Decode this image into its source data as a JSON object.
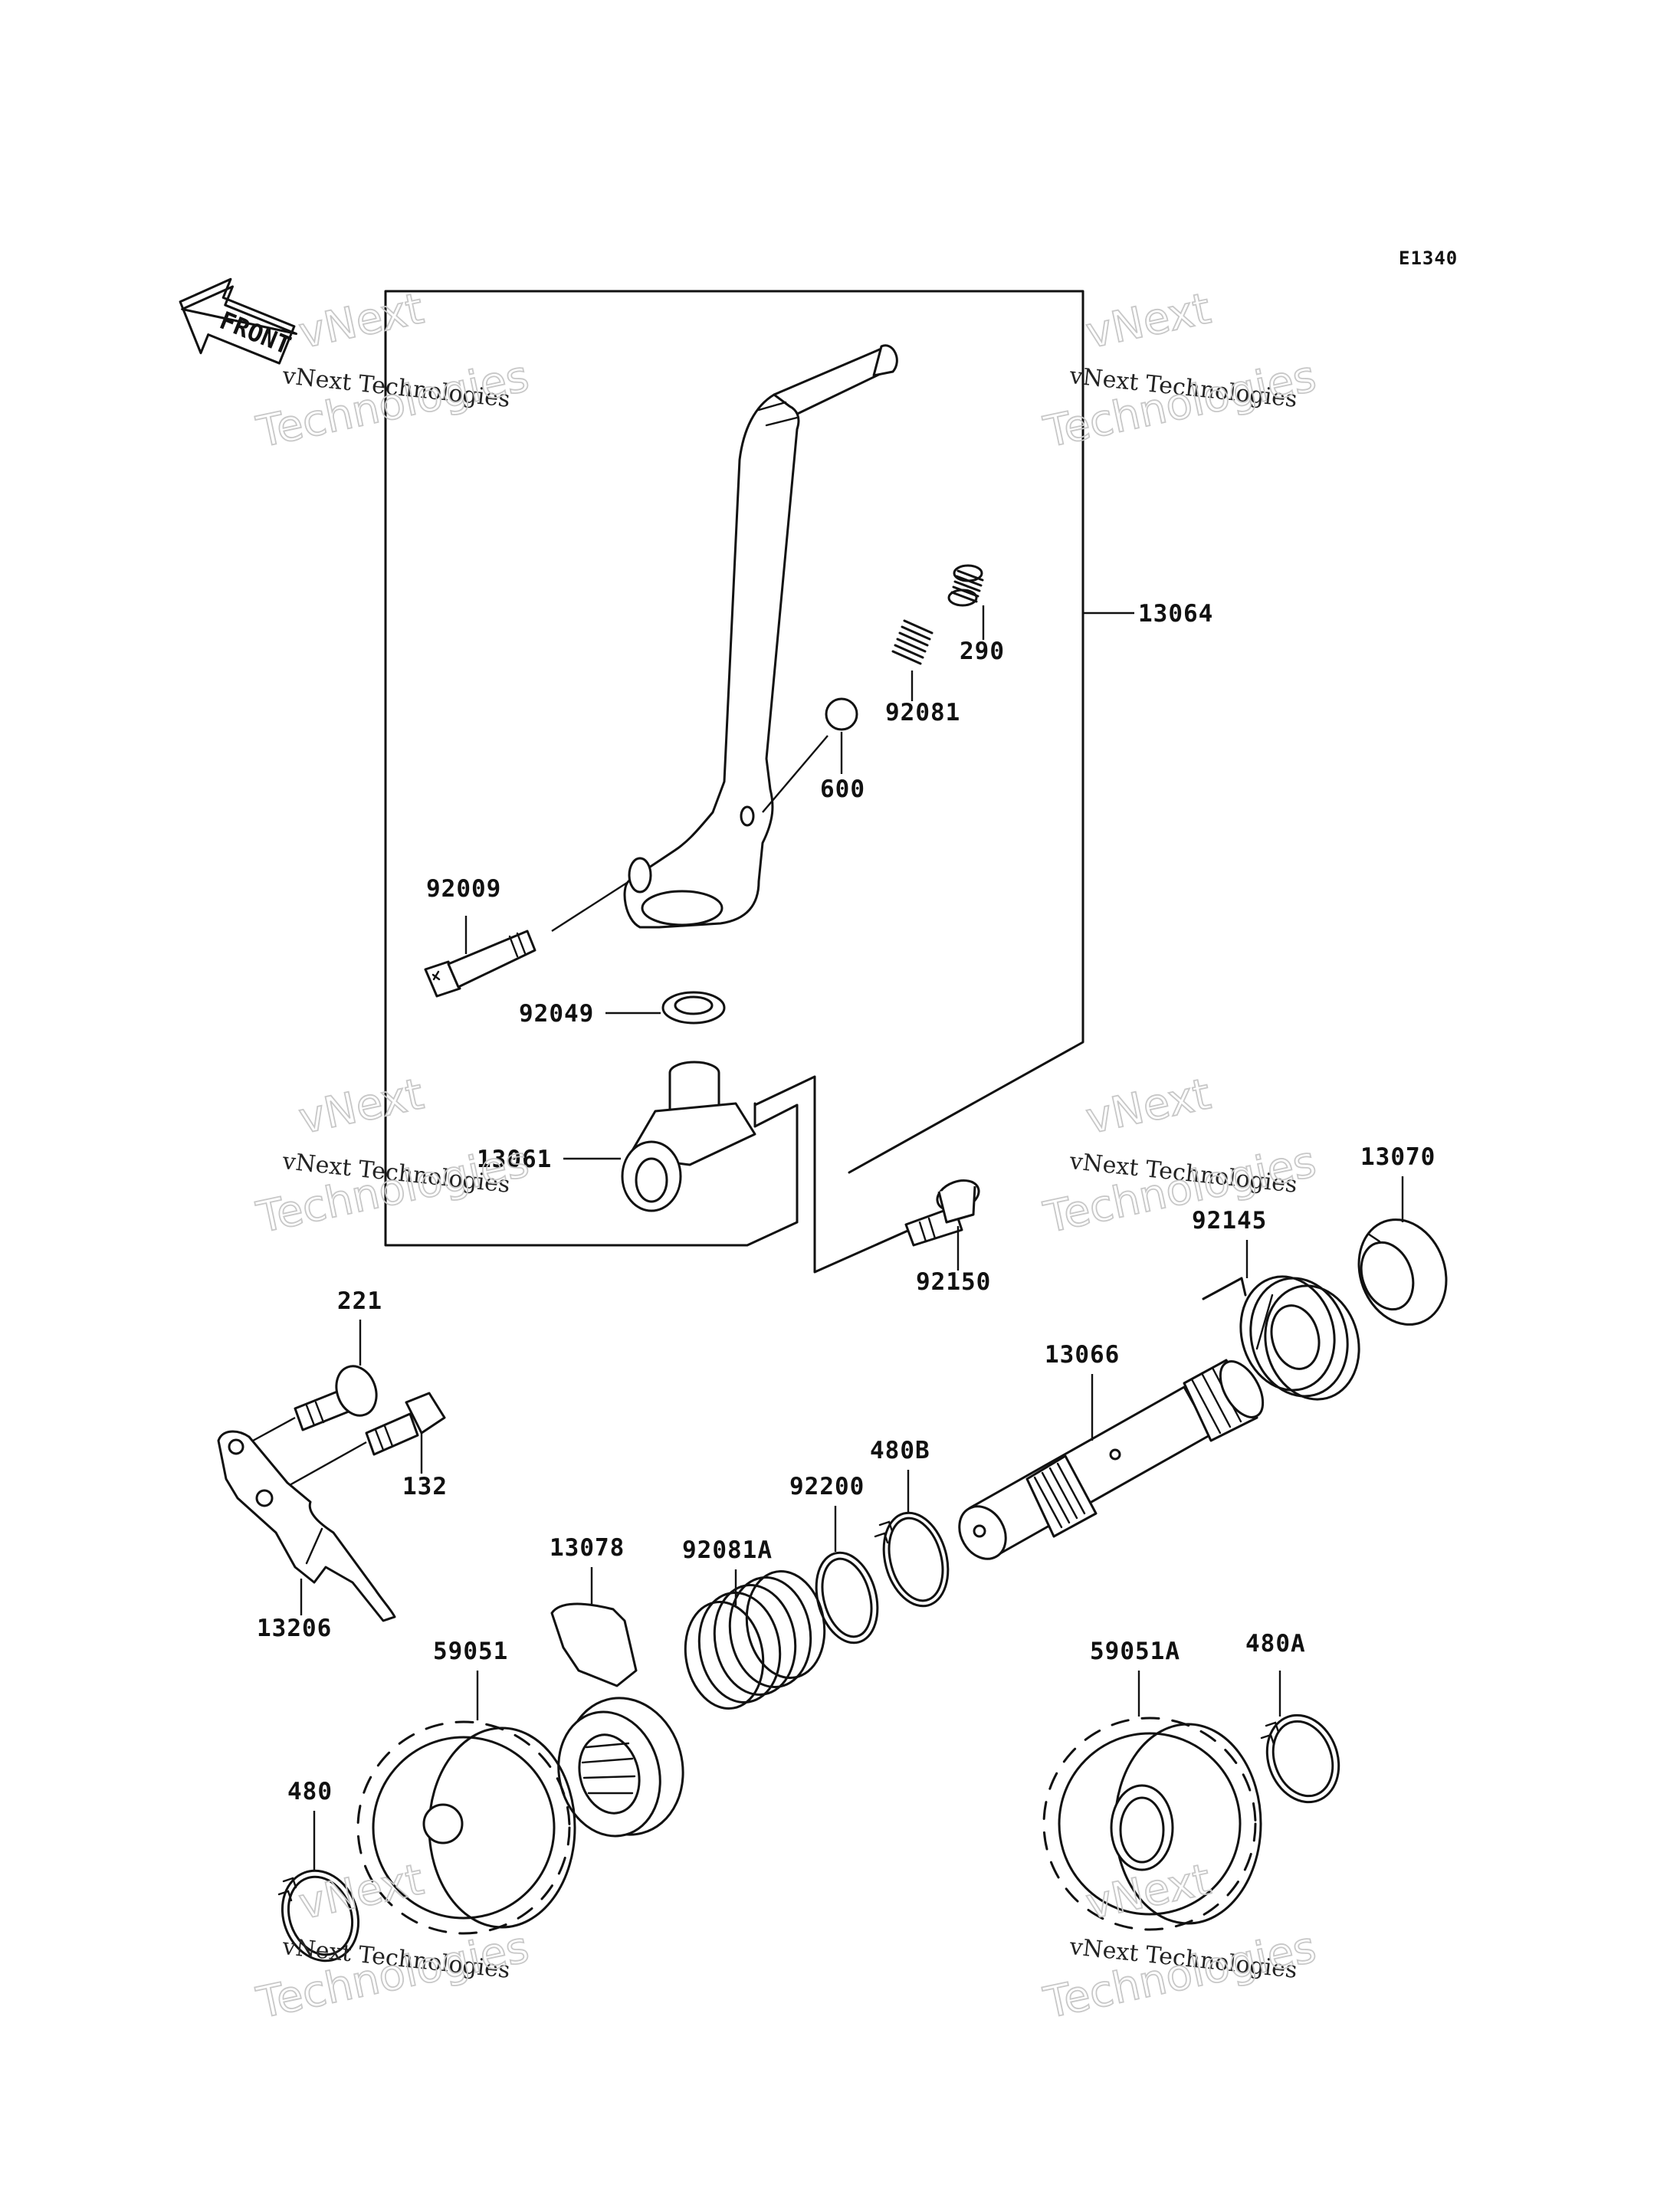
{
  "diagram_code": "E1340",
  "front_arrow_label": "FRONT",
  "watermark": {
    "small": "vNext Technologies",
    "large_top": "vNext",
    "large_bottom": "Technologies"
  },
  "parts": [
    {
      "id": "p13064",
      "number": "13064"
    },
    {
      "id": "p290",
      "number": "290"
    },
    {
      "id": "p92081",
      "number": "92081"
    },
    {
      "id": "p600",
      "number": "600"
    },
    {
      "id": "p92009",
      "number": "92009"
    },
    {
      "id": "p92049",
      "number": "92049"
    },
    {
      "id": "p13061",
      "number": "13061"
    },
    {
      "id": "p92150",
      "number": "92150"
    },
    {
      "id": "p13070",
      "number": "13070"
    },
    {
      "id": "p92145",
      "number": "92145"
    },
    {
      "id": "p13066",
      "number": "13066"
    },
    {
      "id": "p221",
      "number": "221"
    },
    {
      "id": "p132",
      "number": "132"
    },
    {
      "id": "p480B",
      "number": "480B"
    },
    {
      "id": "p92200",
      "number": "92200"
    },
    {
      "id": "p13078",
      "number": "13078"
    },
    {
      "id": "p92081A",
      "number": "92081A"
    },
    {
      "id": "p13206",
      "number": "13206"
    },
    {
      "id": "p59051",
      "number": "59051"
    },
    {
      "id": "p59051A",
      "number": "59051A"
    },
    {
      "id": "p480A",
      "number": "480A"
    },
    {
      "id": "p480",
      "number": "480"
    }
  ]
}
